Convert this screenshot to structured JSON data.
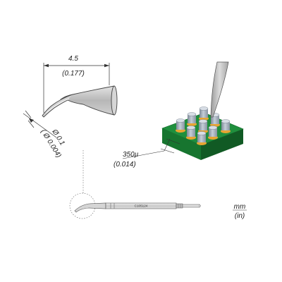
{
  "tip_width": {
    "mm": "4.5",
    "inch": "(0.177)"
  },
  "tip_end": {
    "mm": "Ø 0.1",
    "inch": "( Ø 0.004)"
  },
  "pitch": {
    "um": "350µ",
    "inch": "(0.014)"
  },
  "part_number": "C105124",
  "units": {
    "metric": "mm",
    "imperial": "(in)"
  },
  "colors": {
    "pcb": "#1e8a3a",
    "pad": "#e8a533",
    "pin": "#9aa6b4",
    "tip": "#c7c7c7",
    "outline": "#444444"
  }
}
